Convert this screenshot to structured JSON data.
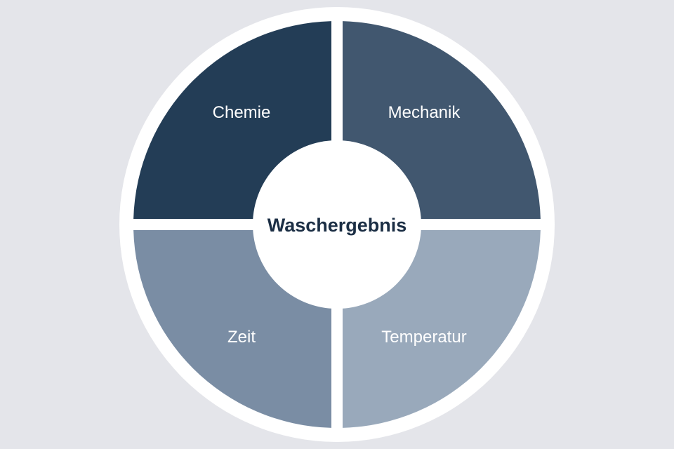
{
  "diagram": {
    "title": "Waschergebnis",
    "center_label": "Waschergebnis",
    "quadrants": [
      {
        "position": "top-left",
        "label": "Chemie",
        "color": "#233d56"
      },
      {
        "position": "top-right",
        "label": "Mechanik",
        "color": "#41576f"
      },
      {
        "position": "bottom-left",
        "label": "Zeit",
        "color": "#7a8da4"
      },
      {
        "position": "bottom-right",
        "label": "Temperatur",
        "color": "#99a9bb"
      }
    ],
    "colors": {
      "background": "#e4e5ea",
      "ring": "#ffffff",
      "center_fill": "#ffffff",
      "center_text": "#1b2e44"
    }
  }
}
